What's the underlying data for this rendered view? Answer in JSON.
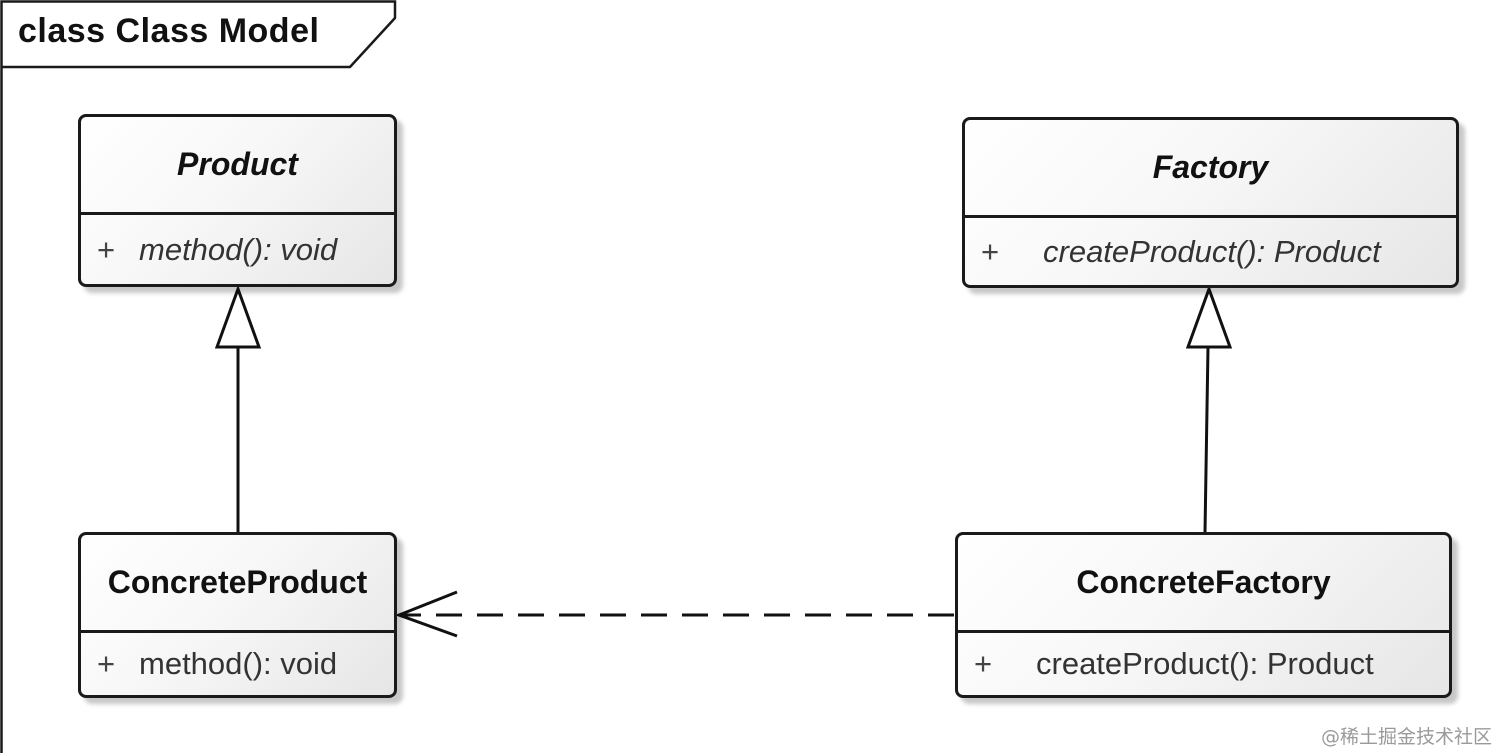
{
  "diagram": {
    "frame_title": "class Class Model",
    "classes": {
      "product": {
        "name": "Product",
        "abstract": true,
        "operation": {
          "visibility": "+",
          "signature": "method(): void"
        }
      },
      "factory": {
        "name": "Factory",
        "abstract": true,
        "operation": {
          "visibility": "+",
          "signature": "createProduct(): Product"
        }
      },
      "concrete_product": {
        "name": "ConcreteProduct",
        "abstract": false,
        "operation": {
          "visibility": "+",
          "signature": "method(): void"
        }
      },
      "concrete_factory": {
        "name": "ConcreteFactory",
        "abstract": false,
        "operation": {
          "visibility": "+",
          "signature": "createProduct(): Product"
        }
      }
    },
    "relationships": [
      {
        "type": "generalization",
        "from": "ConcreteProduct",
        "to": "Product"
      },
      {
        "type": "generalization",
        "from": "ConcreteFactory",
        "to": "Factory"
      },
      {
        "type": "dependency",
        "from": "ConcreteFactory",
        "to": "ConcreteProduct"
      }
    ]
  },
  "watermark": "@稀土掘金技术社区"
}
